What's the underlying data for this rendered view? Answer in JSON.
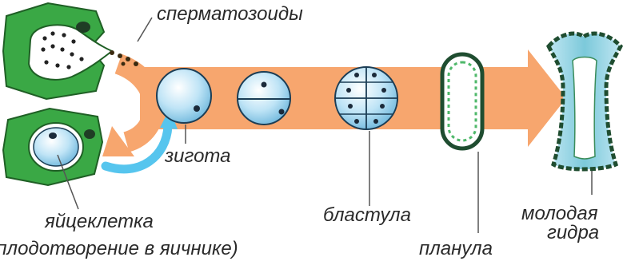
{
  "labels": {
    "sperm": "сперматозоиды",
    "zygote": "зигота",
    "egg_line1": "яйцеклетка",
    "egg_line2": "(оплодотворение  в яичнике)",
    "blastula": "бластула",
    "planula": "планула",
    "hydra_line1": "молодая",
    "hydra_line2": "гидра"
  },
  "colors": {
    "cell_green": "#3aa845",
    "cell_outline": "#1f5f25",
    "arrow_orange": "#f7a66e",
    "arrow_blue": "#56c5ee",
    "embryo_fill": "#c6e6f5",
    "embryo_outline": "#1b3d55",
    "text": "#2a2a2a"
  }
}
